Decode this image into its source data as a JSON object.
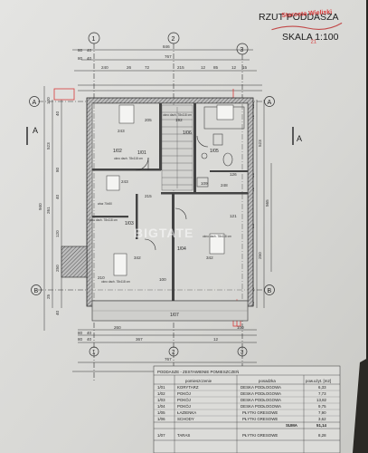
{
  "header": {
    "title_line1": "RZUT PODDASZA",
    "title_line2": "SKALA 1:100",
    "stamp_text": [
      "Starosta Wieliski",
      "21"
    ]
  },
  "axes": {
    "top": [
      "1",
      "2",
      "3"
    ],
    "side": [
      "A",
      "B"
    ],
    "section_marks": [
      "A",
      "A"
    ]
  },
  "dims": {
    "top_overall": "846",
    "top_inner": "767",
    "top_row": [
      "80",
      "40",
      "80",
      "40"
    ],
    "top_segments": [
      "240",
      "26",
      "72",
      "215",
      "12",
      "85",
      "12",
      "15"
    ],
    "bottom_row": [
      "80",
      "40",
      "80",
      "40"
    ],
    "bottom_segments": [
      "260",
      "367",
      "12",
      "100"
    ],
    "bottom_inner": "767",
    "bottom_overall": "846",
    "left_overall": "940",
    "left_inner": "523",
    "left_mid": "261",
    "left_lower": "250",
    "right_overall": "565",
    "right_inner": "523",
    "right_lower": "250",
    "left_small": [
      "120",
      "40",
      "80",
      "40",
      "120",
      "25",
      "40"
    ],
    "right_small": [
      "120",
      "40",
      "80",
      "40",
      "80",
      "60",
      "40"
    ]
  },
  "rooms": {
    "labels": [
      "1/01",
      "1/02",
      "1/03",
      "1/04",
      "1/05",
      "1/06",
      "1/07"
    ],
    "dims": [
      "243",
      "248",
      "243",
      "342",
      "342",
      "205",
      "192",
      "100",
      "109",
      "210",
      "215",
      "121",
      "126"
    ],
    "notes": [
      "okno dach. 78x118 cm",
      "okno dach. 78x118 cm",
      "wlaz 70x50",
      "okno dach. 78x118 cm",
      "okno dach. 78x118 cm",
      "okno dach. 78x118 cm"
    ],
    "watermark": "BIGTATE"
  },
  "table": {
    "title": "PODDASZE - ZESTAWIENIE POMIESZCZEŃ",
    "headers": [
      "",
      "pomieszczenie",
      "posadzka",
      "pow.użyt. [m2]"
    ],
    "rows": [
      [
        "1/01",
        "KORYTARZ",
        "DESKA PODŁOGOWA",
        "6,33"
      ],
      [
        "1/02",
        "POKÓJ",
        "DESKA PODŁOGOWA",
        "7,73"
      ],
      [
        "1/03",
        "POKÓJ",
        "DESKA PODŁOGOWA",
        "13,82"
      ],
      [
        "1/04",
        "POKÓJ",
        "DESKA PODŁOGOWA",
        "9,75"
      ],
      [
        "1/05",
        "ŁAZIENKA",
        "PŁYTKI GRESOWE",
        "7,90"
      ],
      [
        "1/06",
        "SCHODY",
        "PŁYTKI GRESOWE",
        "3,62"
      ]
    ],
    "sum_label": "SUMA",
    "sum_value": "51,14",
    "extra_row": [
      "1/07",
      "TARAS",
      "PŁYTKI GRESOWE",
      "8,28"
    ]
  },
  "colors": {
    "paper": "#d9d9d6",
    "ink": "#2a2a2a",
    "stamp_red": "#d83a3a",
    "wall_hatch": "#6b6b6b",
    "background": "#262420"
  }
}
